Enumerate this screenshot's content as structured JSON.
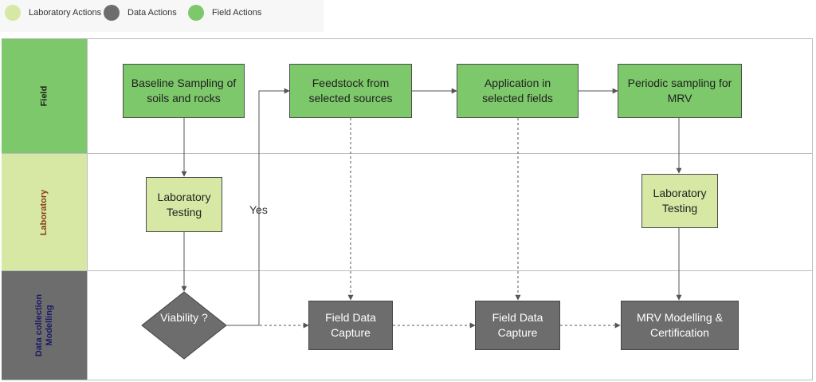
{
  "legend": {
    "items": [
      {
        "label": "Laboratory Actions",
        "color": "#d6e8a4"
      },
      {
        "label": "Data  Actions",
        "color": "#6d6d6d"
      },
      {
        "label": "Field Actions",
        "color": "#7dc86a"
      }
    ]
  },
  "lanes": {
    "field": "Field",
    "laboratory": "Laboratory",
    "data": "Data collection\nModelling"
  },
  "lane_colors": {
    "field": "#7dc86a",
    "laboratory": "#d6e8a4",
    "data": "#6d6d6d"
  },
  "nodes": {
    "baseline": "Baseline Sampling of soils and rocks",
    "feedstock": "Feedstock from selected sources",
    "application": "Application in selected fields",
    "periodic": "Periodic sampling for MRV",
    "lab_testing_1": "Laboratory Testing",
    "lab_testing_2": "Laboratory Testing",
    "viability": "Viability ?",
    "field_data_1": "Field Data Capture",
    "field_data_2": "Field Data Capture",
    "mrv": "MRV Modelling & Certification"
  },
  "edge_labels": {
    "yes": "Yes"
  }
}
